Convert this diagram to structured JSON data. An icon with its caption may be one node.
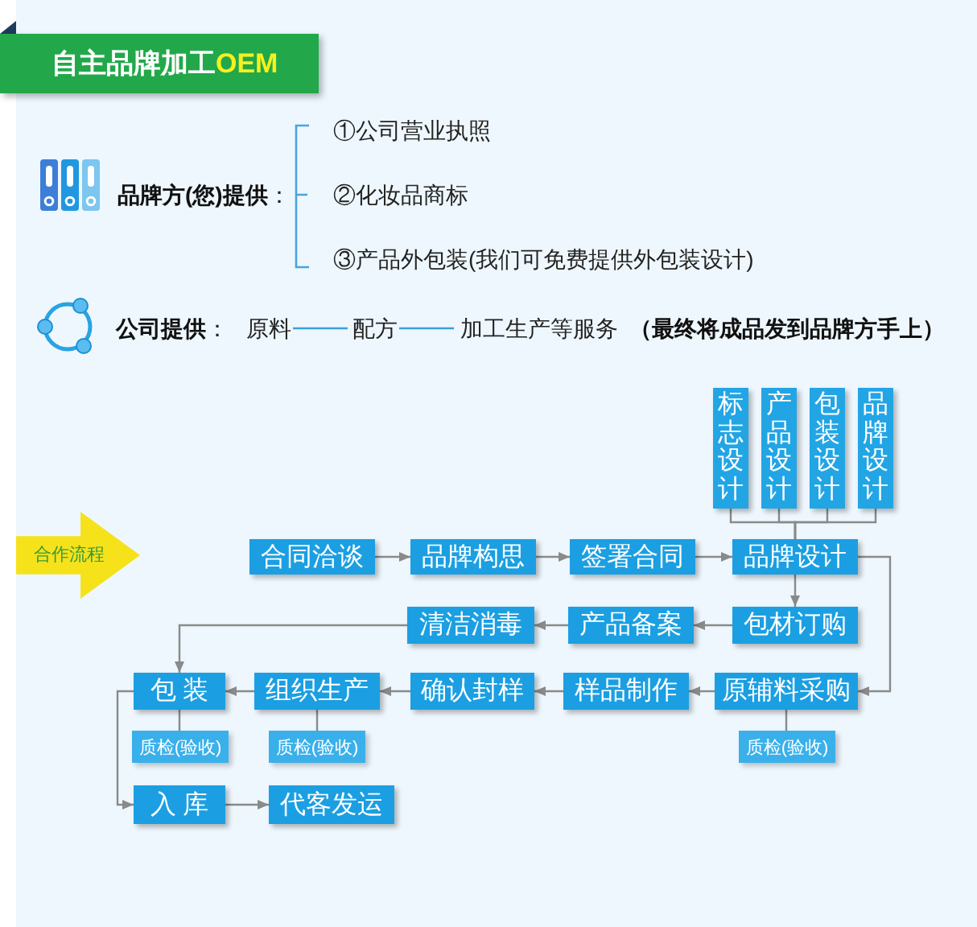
{
  "diagram": {
    "title": "自主品牌加工**OEM**",
    "nodes": [
      {
        "text": [
          "原料"
        ]
      },
      {
        "text": [
          "配方"
        ]
      },
      {
        "text": [
          "加工生产等服务"
        ],
        "beside": [
          "（最终将成品发到品牌方手上）"
        ]
      },
      {
        "text": [
          "标志设计"
        ]
      },
      {
        "text": [
          "产品设计"
        ]
      },
      {
        "text": [
          "包装设计"
        ]
      },
      {
        "text": [
          "品牌设计"
        ]
      },
      {
        "text": [
          "合作流程"
        ]
      },
      {
        "text": [
          "合同洽谈"
        ]
      },
      {
        "text": [
          "品牌构思"
        ]
      },
      {
        "text": [
          "签署合同"
        ]
      },
      {
        "text": [
          "品牌设计"
        ]
      },
      {
        "text": [
          "清洁消毒"
        ]
      },
      {
        "text": [
          "产品备案"
        ]
      },
      {
        "text": [
          "包材订购"
        ]
      },
      {
        "text": [
          "包 装"
        ]
      },
      {
        "text": [
          "组织生产"
        ]
      },
      {
        "text": [
          "确认封样"
        ]
      },
      {
        "text": [
          "样品制作"
        ]
      },
      {
        "text": [
          "原辅料采购"
        ]
      },
      {
        "text": [
          "质检(验收)"
        ]
      },
      {
        "text": [
          "质检(验收)"
        ]
      },
      {
        "text": [
          "质检(验收)"
        ]
      },
      {
        "text": [
          "入 库"
        ]
      },
      {
        "text": [
          "代客发运"
        ]
      }
    ],
    "edges": [
      {
        "from": 0,
        "to": 1,
        "arrow": "none",
        "color": "#3aa0d8"
      },
      {
        "from": 1,
        "to": 2,
        "arrow": "none",
        "color": "#3aa0d8"
      },
      {
        "from": 3,
        "to": 11,
        "arrow": "none"
      },
      {
        "from": 4,
        "to": 11,
        "arrow": "none"
      },
      {
        "from": 5,
        "to": 11,
        "arrow": "none"
      },
      {
        "from": 6,
        "to": 11,
        "arrow": "none"
      },
      {
        "from": 8,
        "to": 9,
        "arrow": "to"
      },
      {
        "from": 9,
        "to": 10,
        "arrow": "to"
      },
      {
        "from": 10,
        "to": 11,
        "arrow": "to"
      },
      {
        "from": 11,
        "to": 14,
        "arrow": "to"
      },
      {
        "from": 11,
        "to": 19,
        "arrow": "to"
      },
      {
        "from": 14,
        "to": 13,
        "arrow": "to"
      },
      {
        "from": 13,
        "to": 12,
        "arrow": "to"
      },
      {
        "from": 12,
        "to": 15,
        "arrow": "to"
      },
      {
        "from": 19,
        "to": 18,
        "arrow": "to"
      },
      {
        "from": 18,
        "to": 17,
        "arrow": "to"
      },
      {
        "from": 17,
        "to": 16,
        "arrow": "to"
      },
      {
        "from": 16,
        "to": 15,
        "arrow": "to"
      },
      {
        "from": 15,
        "to": 20,
        "arrow": "none"
      },
      {
        "from": 16,
        "to": 21,
        "arrow": "none"
      },
      {
        "from": 19,
        "to": 22,
        "arrow": "none"
      },
      {
        "from": 15,
        "to": 23,
        "arrow": "to"
      },
      {
        "from": 23,
        "to": 24,
        "arrow": "to"
      }
    ],
    "labels": [
      "**品牌方(您)提供**：",
      "①公司营业执照",
      "②化妆品商标",
      "③产品外包装(我们可免费提供外包装设计)",
      "**公司提供**："
    ]
  }
}
